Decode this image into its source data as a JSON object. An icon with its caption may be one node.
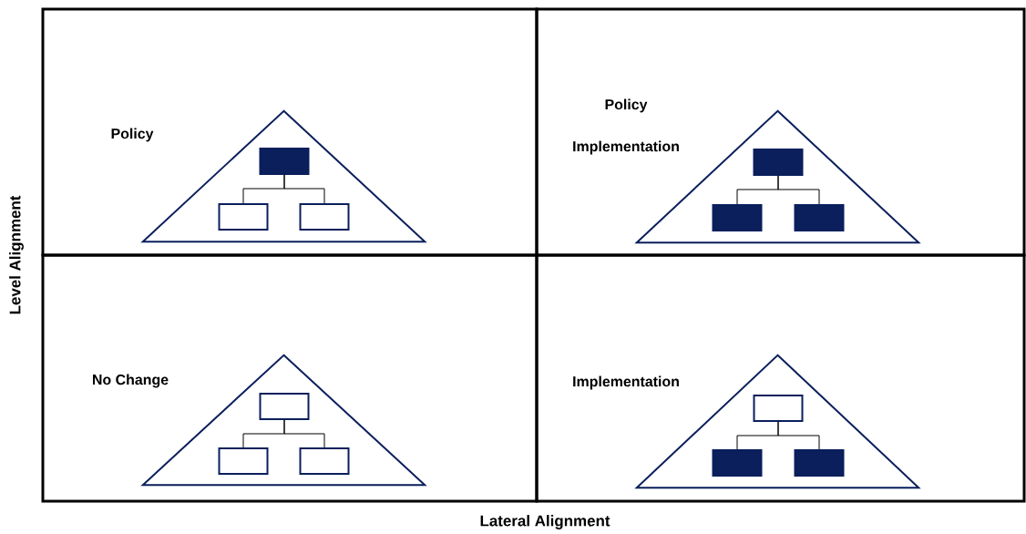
{
  "diagram": {
    "nodes": [
      {
        "text": [
          "Policy"
        ]
      },
      {
        "text": [],
        "shape": "triangle",
        "in": 0
      },
      {
        "text": [],
        "shape": "block",
        "in": 1
      },
      {
        "text": [],
        "shape": "box",
        "in": 1
      },
      {
        "text": [],
        "shape": "box",
        "in": 1
      },
      {
        "text": [
          "Policy",
          "Implementation"
        ]
      },
      {
        "text": [],
        "shape": "triangle",
        "in": 5
      },
      {
        "text": [],
        "shape": "block",
        "in": 6
      },
      {
        "text": [],
        "shape": "block",
        "in": 6
      },
      {
        "text": [],
        "shape": "block",
        "in": 6
      },
      {
        "text": [
          "No Change"
        ]
      },
      {
        "text": [],
        "shape": "triangle",
        "in": 10
      },
      {
        "text": [],
        "shape": "box",
        "in": 11
      },
      {
        "text": [],
        "shape": "box",
        "in": 11
      },
      {
        "text": [],
        "shape": "box",
        "in": 11
      },
      {
        "text": [
          "Implementation"
        ]
      },
      {
        "text": [],
        "shape": "triangle",
        "in": 15
      },
      {
        "text": [],
        "shape": "box",
        "in": 16
      },
      {
        "text": [],
        "shape": "block",
        "in": 16
      },
      {
        "text": [],
        "shape": "block",
        "in": 16
      }
    ],
    "edges": [
      {
        "from": 2,
        "to": 3,
        "arrow": "none"
      },
      {
        "from": 2,
        "to": 4,
        "arrow": "none"
      },
      {
        "from": 7,
        "to": 8,
        "arrow": "none"
      },
      {
        "from": 7,
        "to": 9,
        "arrow": "none"
      },
      {
        "from": 12,
        "to": 13,
        "arrow": "none"
      },
      {
        "from": 12,
        "to": 14,
        "arrow": "none"
      },
      {
        "from": 17,
        "to": 18,
        "arrow": "none"
      },
      {
        "from": 17,
        "to": 19,
        "arrow": "none"
      }
    ],
    "labels": [
      "Level Alignment",
      "Lateral Alignment"
    ]
  }
}
